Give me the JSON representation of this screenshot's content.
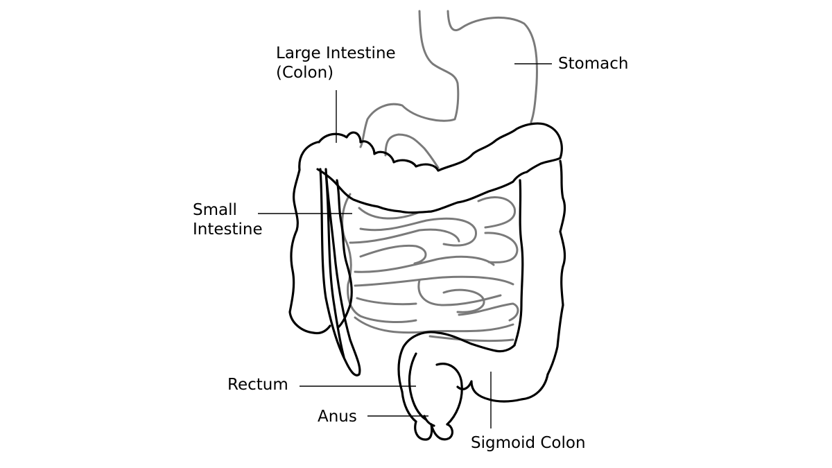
{
  "diagram": {
    "colors": {
      "outline": "#000000",
      "inner_organs": "#7a7a7a",
      "background": "#ffffff"
    },
    "labels": {
      "large_intestine": [
        "Large Intestine",
        "(Colon)"
      ],
      "stomach": "Stomach",
      "small_intestine": [
        "Small",
        "Intestine"
      ],
      "rectum": "Rectum",
      "anus": "Anus",
      "sigmoid_colon": "Sigmoid Colon"
    }
  }
}
